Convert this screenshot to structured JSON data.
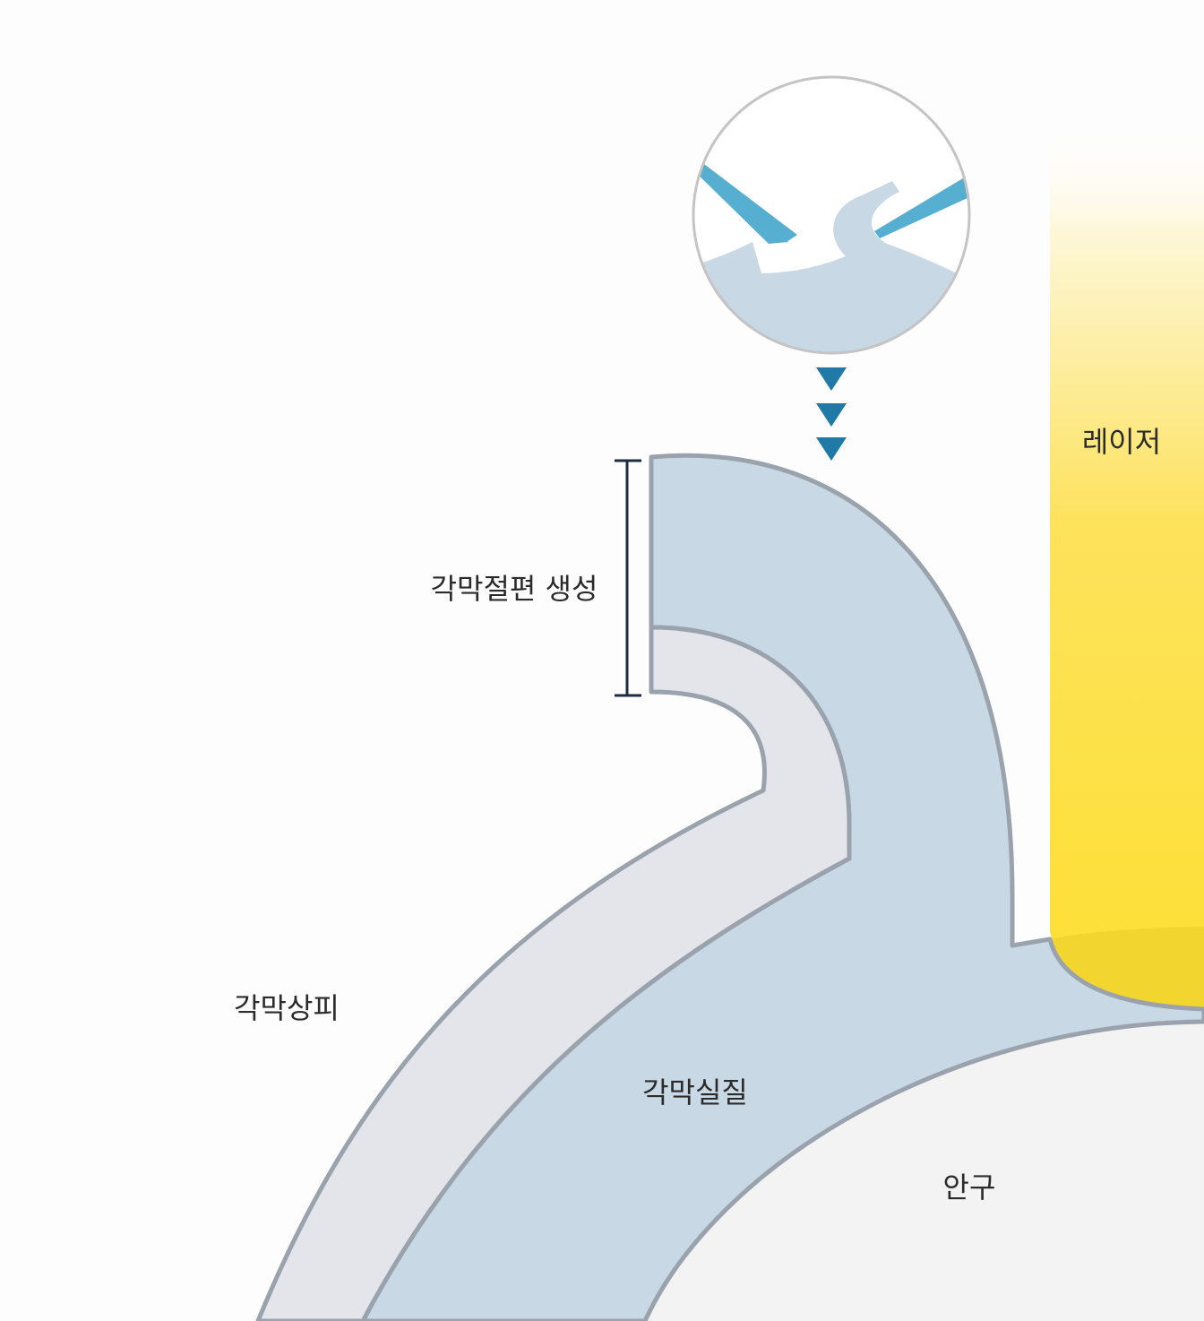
{
  "colors": {
    "background": "#fdfdfd",
    "stroma": "#c8d8e4",
    "epithelium": "#e3e5ea",
    "eyeball": "#f2f3f2",
    "outline": "#9aa3ad",
    "laser_top": "#fdfbf0",
    "laser_bottom": "#fde235",
    "arrow": "#1f7aa8",
    "cut_blue": "#56aed0",
    "bracket": "#1e2b45"
  },
  "labels": {
    "laser": "레이저",
    "flap": "각막절편 생성",
    "epithelium": "각막상피",
    "stroma": "각막실질",
    "eyeball": "안구"
  },
  "icons": {
    "down_arrow": "triangle-down",
    "magnifier": "zoom-circle"
  }
}
